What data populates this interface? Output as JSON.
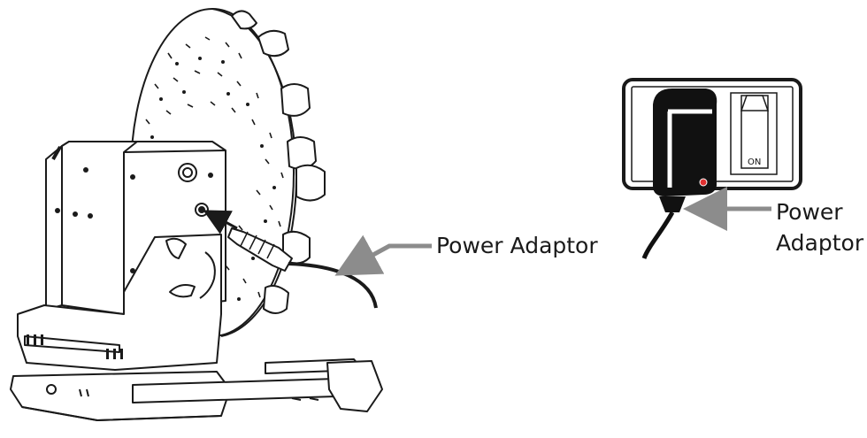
{
  "labels": {
    "left": "Power Adaptor",
    "right_line1": "Power",
    "right_line2": "Adaptor"
  },
  "switch": {
    "state_label": "ON"
  },
  "colors": {
    "arrow": "#8c8c8c",
    "outline": "#1a1a1a",
    "led": "#e03030"
  }
}
